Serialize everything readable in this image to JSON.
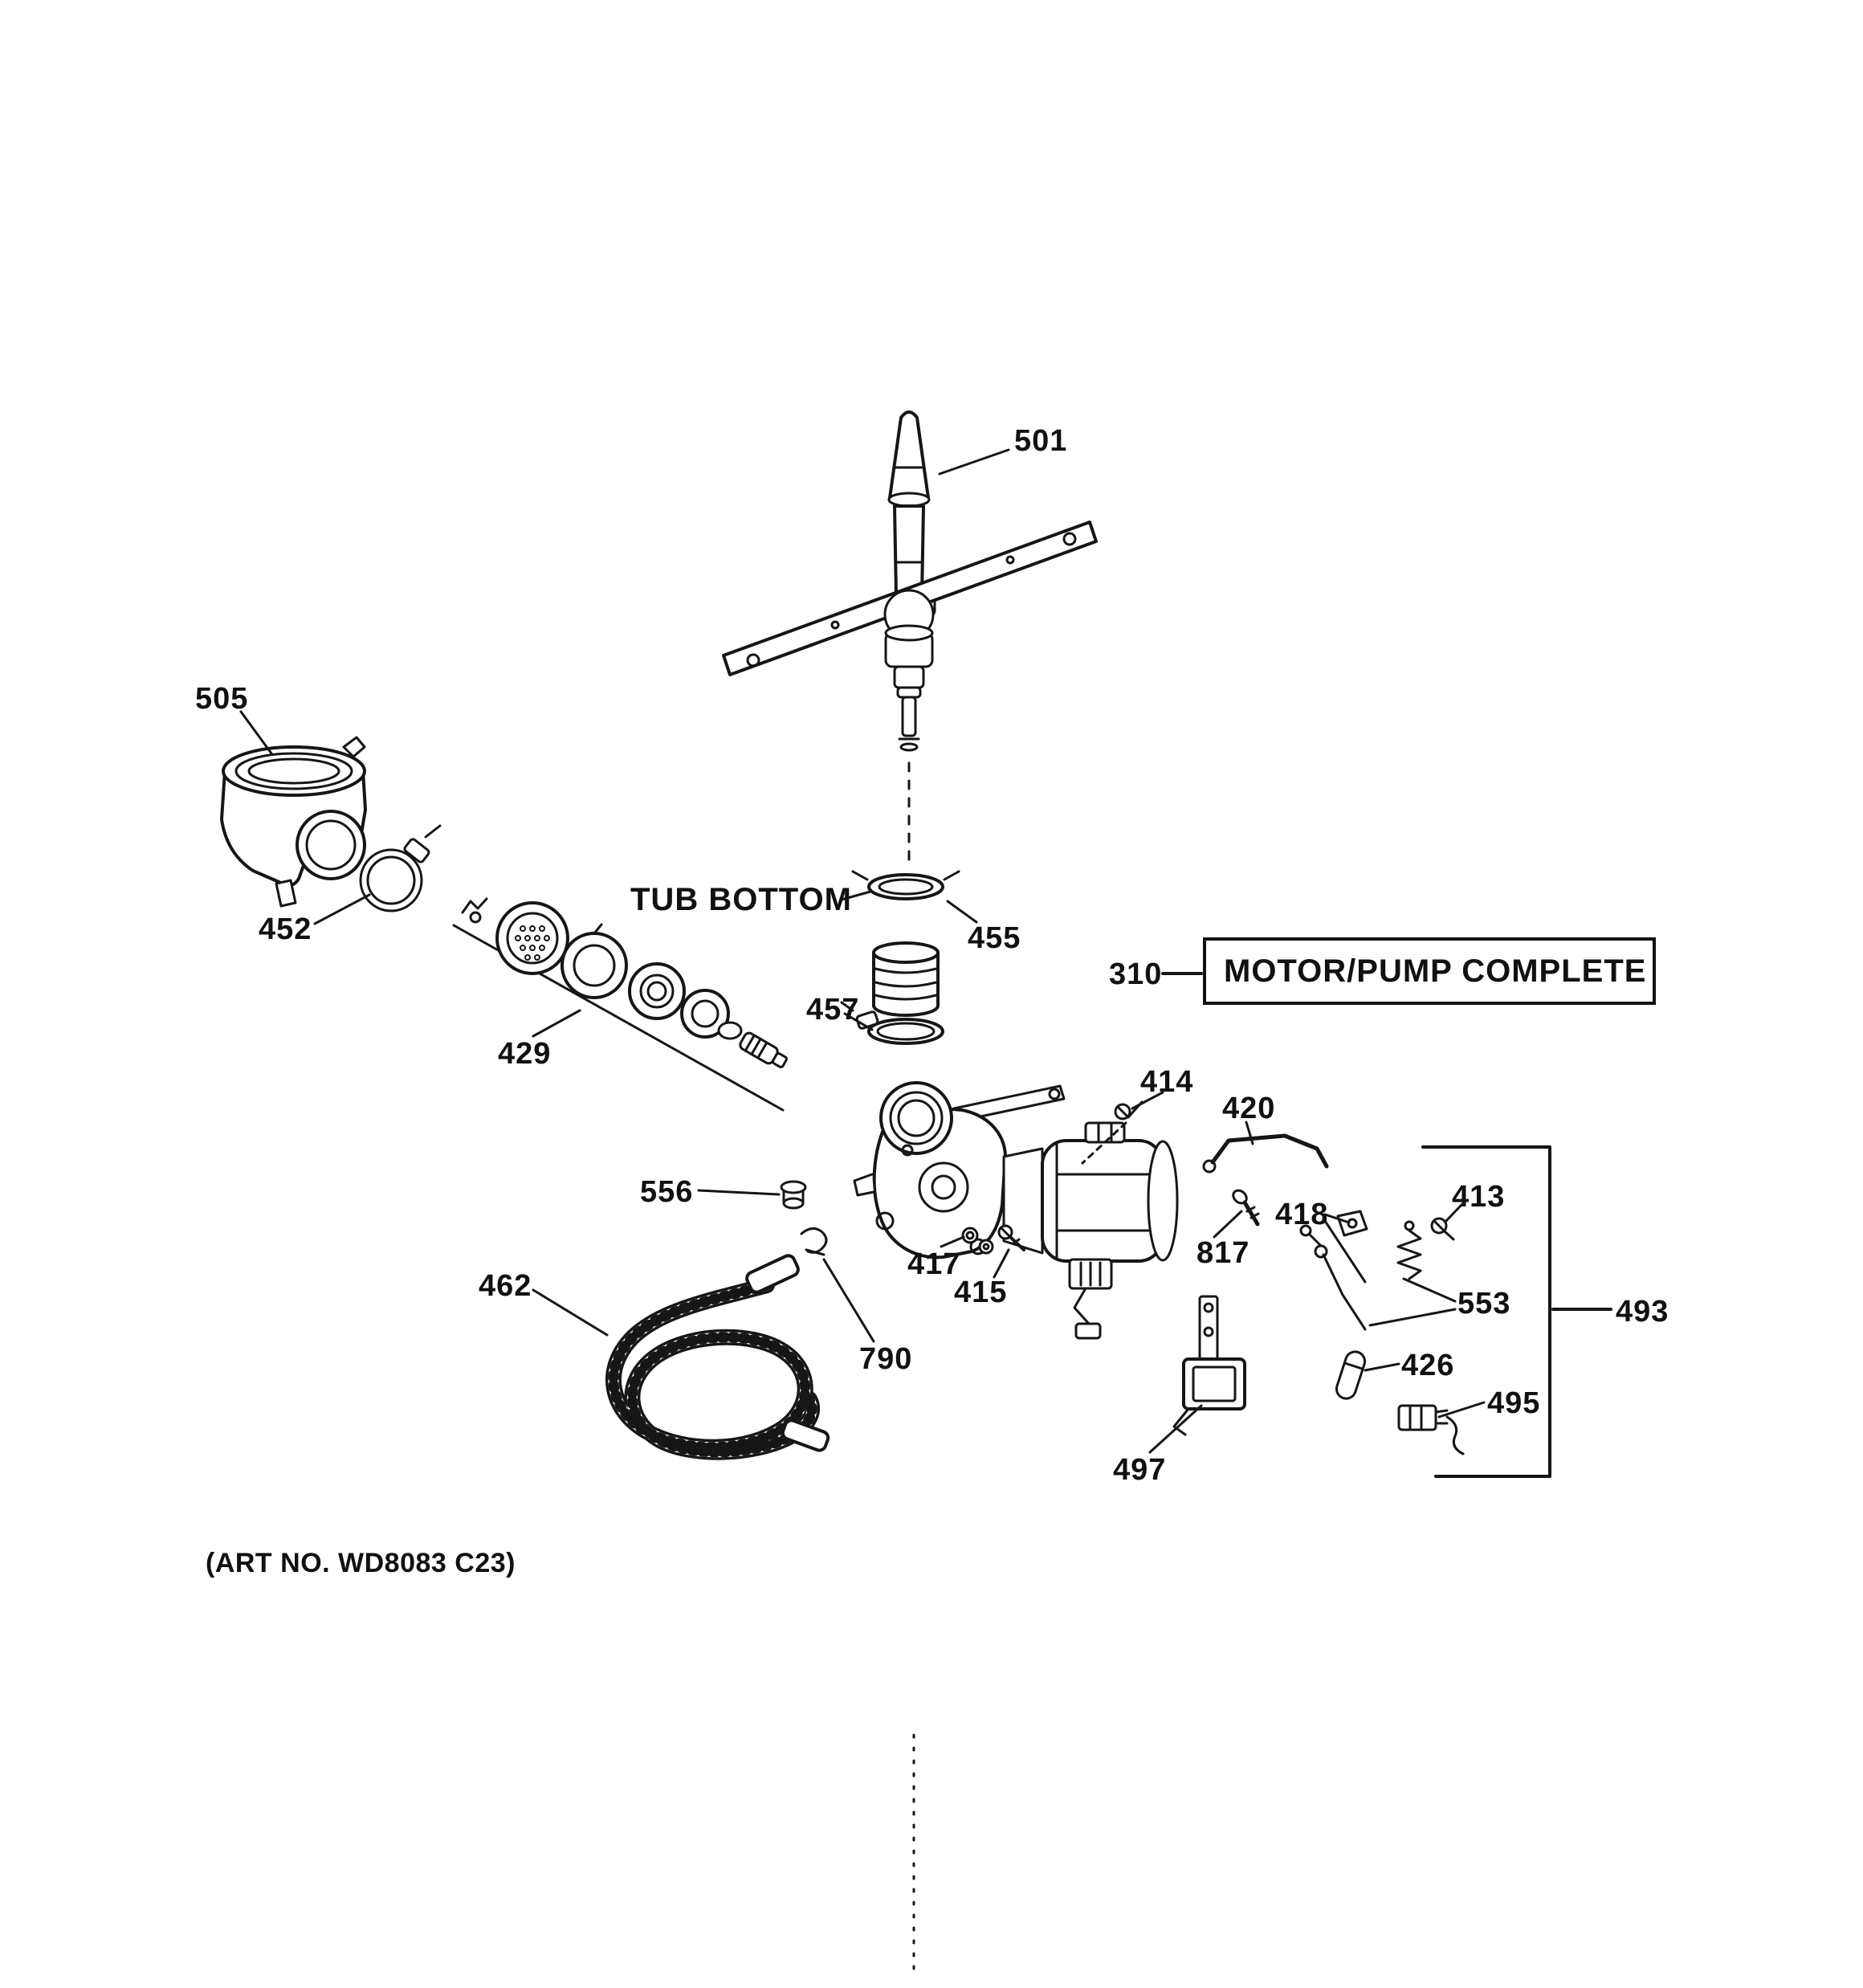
{
  "title_box": {
    "part_no": "310",
    "title": "MOTOR/PUMP COMPLETE"
  },
  "notes": {
    "tub_bottom": "TUB BOTTOM",
    "art_no": "(ART NO. WD8083 C23)"
  },
  "labels": [
    {
      "text": "501"
    },
    {
      "text": "505"
    },
    {
      "text": "452"
    },
    {
      "text": "429"
    },
    {
      "text": "455"
    },
    {
      "text": "457"
    },
    {
      "text": "414"
    },
    {
      "text": "420"
    },
    {
      "text": "413"
    },
    {
      "text": "418"
    },
    {
      "text": "817"
    },
    {
      "text": "553"
    },
    {
      "text": "493"
    },
    {
      "text": "426"
    },
    {
      "text": "495"
    },
    {
      "text": "497"
    },
    {
      "text": "556"
    },
    {
      "text": "417"
    },
    {
      "text": "415"
    },
    {
      "text": "462"
    },
    {
      "text": "790"
    }
  ]
}
